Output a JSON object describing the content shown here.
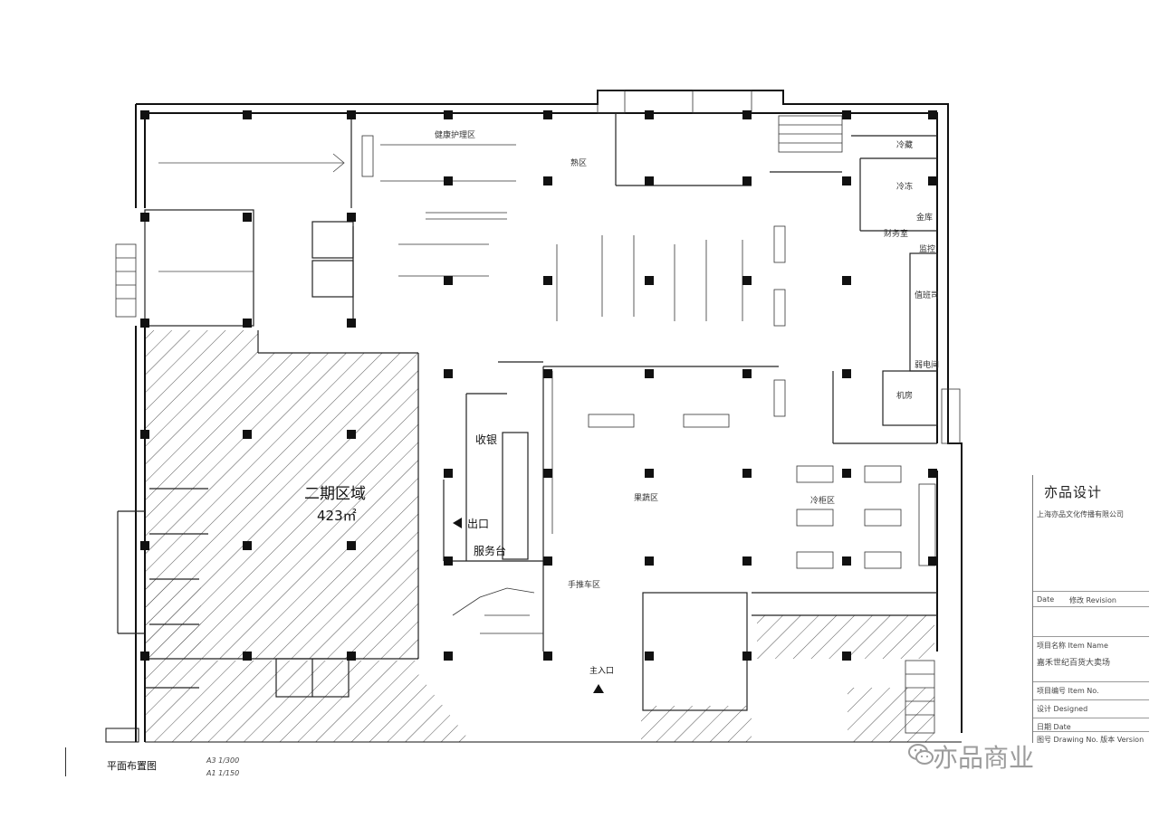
{
  "drawing": {
    "phase2_label": "二期区域",
    "phase2_area": "423㎡",
    "main_entrance": "主入口",
    "exit": "出口",
    "cashier": "收银",
    "service_desk": "服务台",
    "rooms": {
      "cold_storage": "冷藏",
      "freezer": "冷冻",
      "vault": "金库",
      "finance": "财务室",
      "monitor": "监控",
      "office": "值班司",
      "power_room": "弱电间",
      "machine_room": "机房",
      "produce": "果蔬区",
      "cold_zone": "冷柜区",
      "health_care": "健康护理区",
      "deli": "熟区",
      "cart": "手推车区"
    }
  },
  "footer": {
    "title": "平面布置图",
    "scale_a3": "A3    1/300",
    "scale_a1": "A1    1/150"
  },
  "titleblock": {
    "logo": "亦品设计",
    "company": "上海亦品文化传播有限公司",
    "date_label": "Date",
    "rev_label": "修改 Revision",
    "project_name_label": "项目名称 Item Name",
    "project_name": "嘉禾世纪百货大卖场",
    "project_no_label": "项目编号 Item No.",
    "designer_label": "设计 Designed",
    "date2_label": "日期 Date",
    "drawing_no_label": "图号 Drawing No.    版本 Version"
  },
  "watermark": {
    "text": "亦品商业",
    "icon": "wechat-icon"
  }
}
